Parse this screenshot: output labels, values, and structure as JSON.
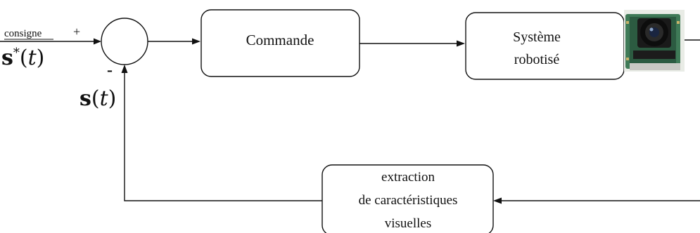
{
  "inputs": {
    "consigne_label": "consigne",
    "plus_sign": "+",
    "reference_signal": "s*(t)"
  },
  "feedback": {
    "minus_sign": "-",
    "measured_signal": "s(t)"
  },
  "blocks": {
    "controller": {
      "label": "Commande"
    },
    "robot": {
      "line1": "Système",
      "line2": "robotisé"
    },
    "extraction": {
      "line1": "extraction",
      "line2": "de caractéristiques",
      "line3": "visuelles"
    }
  },
  "camera": {
    "icon": "camera-icon"
  },
  "colors": {
    "line": "#111111",
    "camera_board": "#3f7a57"
  }
}
